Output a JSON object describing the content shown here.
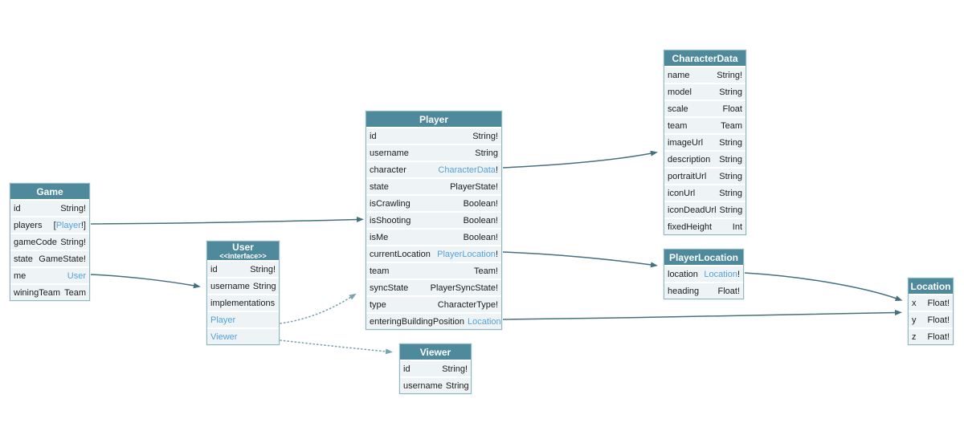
{
  "diagram": {
    "colors": {
      "header_bg": "#4e8a9b",
      "row_bg": "#eef3f5",
      "border": "#8fb7c2",
      "text": "#1c1c1c",
      "type_link": "#55a2dc",
      "arrow": "#45707e",
      "arrow_dotted": "#7ba4af",
      "background": "#ffffff"
    },
    "tables": [
      {
        "id": "game",
        "title": "Game",
        "subtitle": "",
        "fields": [
          {
            "name": "id",
            "type": [
              [
                "String!",
                false
              ]
            ]
          },
          {
            "name": "players",
            "type": [
              [
                "[",
                false
              ],
              [
                "Player",
                true
              ],
              [
                "!]",
                false
              ]
            ]
          },
          {
            "name": "gameCode",
            "type": [
              [
                "String!",
                false
              ]
            ]
          },
          {
            "name": "state",
            "type": [
              [
                "GameState!",
                false
              ]
            ]
          },
          {
            "name": "me",
            "type": [
              [
                "User",
                true
              ]
            ]
          },
          {
            "name": "winingTeam",
            "type": [
              [
                "Team",
                false
              ]
            ]
          }
        ]
      },
      {
        "id": "user",
        "title": "User",
        "subtitle": "<<interface>>",
        "fields": [
          {
            "name": "id",
            "type": [
              [
                "String!",
                false
              ]
            ]
          },
          {
            "name": "username",
            "type": [
              [
                "String",
                false
              ]
            ]
          },
          {
            "name": "implementations",
            "type": []
          },
          {
            "name": "Player",
            "name_link": true,
            "type": []
          },
          {
            "name": "Viewer",
            "name_link": true,
            "type": []
          }
        ]
      },
      {
        "id": "player",
        "title": "Player",
        "subtitle": "",
        "fields": [
          {
            "name": "id",
            "type": [
              [
                "String!",
                false
              ]
            ]
          },
          {
            "name": "username",
            "type": [
              [
                "String",
                false
              ]
            ]
          },
          {
            "name": "character",
            "type": [
              [
                "CharacterData",
                true
              ],
              [
                "!",
                false
              ]
            ]
          },
          {
            "name": "state",
            "type": [
              [
                "PlayerState!",
                false
              ]
            ]
          },
          {
            "name": "isCrawling",
            "type": [
              [
                "Boolean!",
                false
              ]
            ]
          },
          {
            "name": "isShooting",
            "type": [
              [
                "Boolean!",
                false
              ]
            ]
          },
          {
            "name": "isMe",
            "type": [
              [
                "Boolean!",
                false
              ]
            ]
          },
          {
            "name": "currentLocation",
            "type": [
              [
                "PlayerLocation",
                true
              ],
              [
                "!",
                false
              ]
            ]
          },
          {
            "name": "team",
            "type": [
              [
                "Team!",
                false
              ]
            ]
          },
          {
            "name": "syncState",
            "type": [
              [
                "PlayerSyncState!",
                false
              ]
            ]
          },
          {
            "name": "type",
            "type": [
              [
                "CharacterType!",
                false
              ]
            ]
          },
          {
            "name": "enteringBuildingPosition",
            "type": [
              [
                "Location",
                true
              ]
            ]
          }
        ]
      },
      {
        "id": "viewer",
        "title": "Viewer",
        "subtitle": "",
        "fields": [
          {
            "name": "id",
            "type": [
              [
                "String!",
                false
              ]
            ]
          },
          {
            "name": "username",
            "type": [
              [
                "String",
                false
              ]
            ]
          }
        ]
      },
      {
        "id": "characterData",
        "title": "CharacterData",
        "subtitle": "",
        "fields": [
          {
            "name": "name",
            "type": [
              [
                "String!",
                false
              ]
            ]
          },
          {
            "name": "model",
            "type": [
              [
                "String",
                false
              ]
            ]
          },
          {
            "name": "scale",
            "type": [
              [
                "Float",
                false
              ]
            ]
          },
          {
            "name": "team",
            "type": [
              [
                "Team",
                false
              ]
            ]
          },
          {
            "name": "imageUrl",
            "type": [
              [
                "String",
                false
              ]
            ]
          },
          {
            "name": "description",
            "type": [
              [
                "String",
                false
              ]
            ]
          },
          {
            "name": "portraitUrl",
            "type": [
              [
                "String",
                false
              ]
            ]
          },
          {
            "name": "iconUrl",
            "type": [
              [
                "String",
                false
              ]
            ]
          },
          {
            "name": "iconDeadUrl",
            "type": [
              [
                "String",
                false
              ]
            ]
          },
          {
            "name": "fixedHeight",
            "type": [
              [
                "Int",
                false
              ]
            ]
          }
        ]
      },
      {
        "id": "playerLocation",
        "title": "PlayerLocation",
        "subtitle": "",
        "fields": [
          {
            "name": "location",
            "type": [
              [
                "Location",
                true
              ],
              [
                "!",
                false
              ]
            ]
          },
          {
            "name": "heading",
            "type": [
              [
                "Float!",
                false
              ]
            ]
          }
        ]
      },
      {
        "id": "location",
        "title": "Location",
        "subtitle": "",
        "fields": [
          {
            "name": "x",
            "type": [
              [
                "Float!",
                false
              ]
            ]
          },
          {
            "name": "y",
            "type": [
              [
                "Float!",
                false
              ]
            ]
          },
          {
            "name": "z",
            "type": [
              [
                "Float!",
                false
              ]
            ]
          }
        ]
      }
    ],
    "edges": [
      {
        "from": "Game.players",
        "to": "Player",
        "style": "solid"
      },
      {
        "from": "Game.me",
        "to": "User",
        "style": "solid"
      },
      {
        "from": "Player.character",
        "to": "CharacterData",
        "style": "solid"
      },
      {
        "from": "Player.currentLocation",
        "to": "PlayerLocation",
        "style": "solid"
      },
      {
        "from": "Player.enteringBuildingPosition",
        "to": "Location",
        "style": "solid"
      },
      {
        "from": "PlayerLocation.location",
        "to": "Location",
        "style": "solid"
      },
      {
        "from": "User.Player",
        "to": "Player",
        "style": "dotted"
      },
      {
        "from": "User.Viewer",
        "to": "Viewer",
        "style": "dotted"
      }
    ]
  }
}
